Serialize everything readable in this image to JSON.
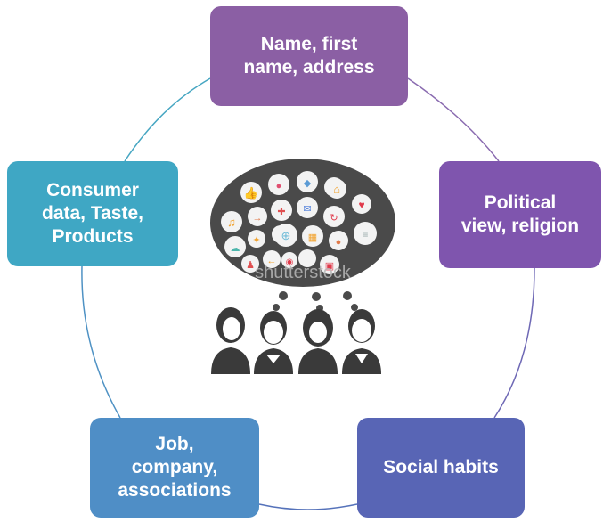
{
  "diagram": {
    "nodes": [
      {
        "id": "top",
        "label": "Name, first\nname, address",
        "color": "#8B5FA4"
      },
      {
        "id": "right",
        "label": "Political\nview, religion",
        "color": "#7F55AE"
      },
      {
        "id": "bright",
        "label": "Social habits",
        "color": "#5865B5"
      },
      {
        "id": "bleft",
        "label": "Job,\ncompany,\nassociations",
        "color": "#4F8EC6"
      },
      {
        "id": "left",
        "label": "Consumer\ndata, Taste,\nProducts",
        "color": "#3FA7C4"
      }
    ]
  },
  "center_image": {
    "watermark": "shutterstock",
    "people_count": 4,
    "icons": [
      "thumbs-up-icon",
      "twitter-bird-icon",
      "chat-bubble-icon",
      "home-icon",
      "music-note-icon",
      "arrow-icon",
      "pin-icon",
      "mail-icon",
      "refresh-icon",
      "heart-icon",
      "cloud-icon",
      "lightbulb-icon",
      "globe-icon",
      "calendar-icon",
      "location-icon",
      "document-icon",
      "person-icon",
      "back-arrow-icon",
      "wifi-icon",
      "camera-icon"
    ]
  }
}
